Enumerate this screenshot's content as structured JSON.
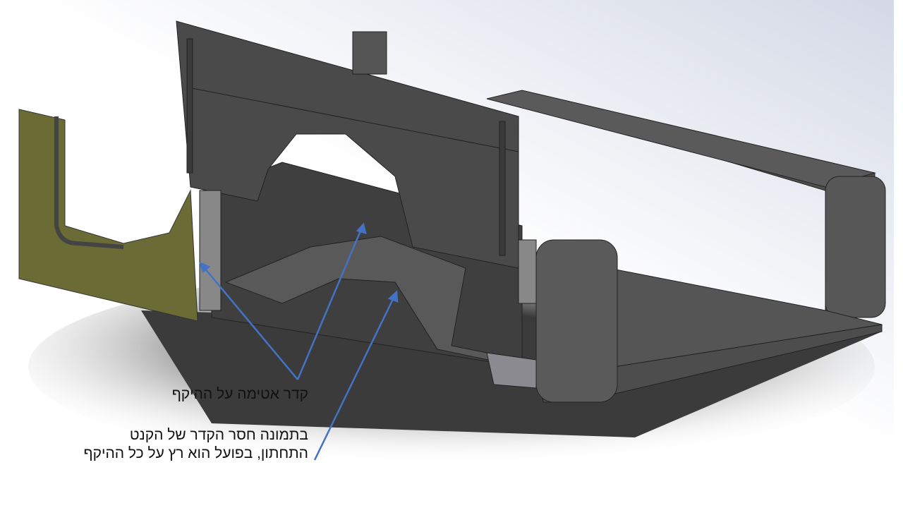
{
  "annotations": {
    "frame_seal_label": "קדר אטימה על ההיקף",
    "missing_frame_line1": "בתמונה חסר הקדר של הקנט",
    "missing_frame_line2": "התחתון, בפועל הוא רץ על כל ההיקף"
  },
  "colors": {
    "arrow": "#4472c4",
    "panel": "#4a4a4a",
    "side_panel": "#6b6b35"
  }
}
